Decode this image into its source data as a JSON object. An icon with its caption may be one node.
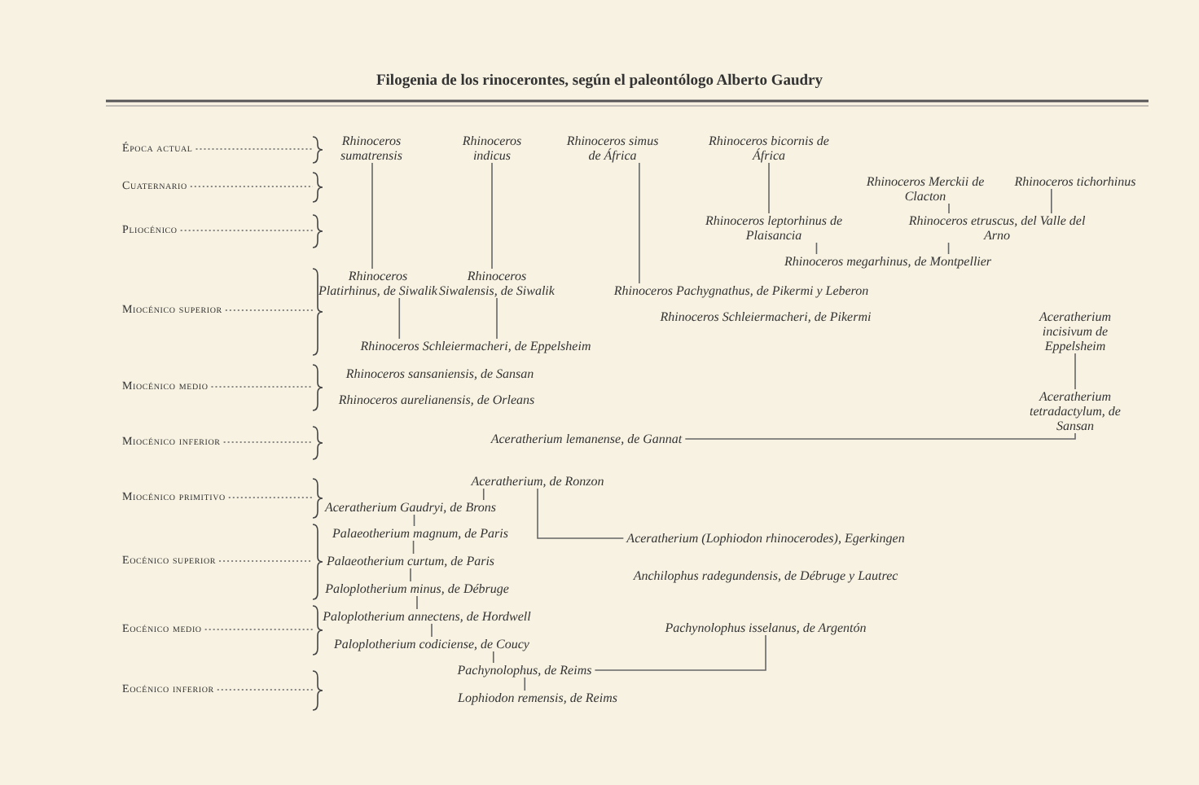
{
  "diagram": {
    "title": "Filogenia de los rinocerontes, según el paleontólogo Alberto Gaudry",
    "nodes": [
      {
        "text": [
          "Rhinoceros sumatrensis"
        ]
      },
      {
        "text": [
          "Rhinoceros indicus"
        ]
      },
      {
        "text": [
          "Rhinoceros simus de África"
        ]
      },
      {
        "text": [
          "Rhinoceros bicornis de África"
        ]
      },
      {
        "text": [
          "Rhinoceros Merckii de Clacton"
        ]
      },
      {
        "text": [
          "Rhinoceros tichorhinus"
        ]
      },
      {
        "text": [
          "Rhinoceros leptorhinus de Plaisancia"
        ]
      },
      {
        "text": [
          "Rhinoceros etruscus, del Valle del Arno"
        ]
      },
      {
        "text": [
          "Rhinoceros megarhinus, de Montpellier"
        ]
      },
      {
        "text": [
          "Rhinoceros Platirhinus, de Siwalik"
        ]
      },
      {
        "text": [
          "Rhinoceros Siwalensis, de Siwalik"
        ]
      },
      {
        "text": [
          "Rhinoceros Pachygnathus, de Pikermi y Leberon"
        ]
      },
      {
        "text": [
          "Rhinoceros Schleiermacheri, de Pikermi"
        ]
      },
      {
        "text": [
          "Aceratherium incisivum de Eppelsheim"
        ]
      },
      {
        "text": [
          "Rhinoceros Schleiermacheri, de Eppelsheim"
        ]
      },
      {
        "text": [
          "Rhinoceros sansaniensis, de Sansan"
        ]
      },
      {
        "text": [
          "Rhinoceros aurelianensis, de Orleans"
        ]
      },
      {
        "text": [
          "Aceratherium tetradactylum, de Sansan"
        ]
      },
      {
        "text": [
          "Aceratherium lemanense, de Gannat"
        ]
      },
      {
        "text": [
          "Aceratherium, de Ronzon"
        ]
      },
      {
        "text": [
          "Aceratherium Gaudryi, de Brons"
        ]
      },
      {
        "text": [
          "Palaeotherium magnum, de Paris"
        ]
      },
      {
        "text": [
          "Aceratherium (Lophiodon rhinocerodes), Egerkingen"
        ]
      },
      {
        "text": [
          "Palaeotherium curtum, de Paris"
        ]
      },
      {
        "text": [
          "Anchilophus radegundensis, de Débruge y Lautrec"
        ]
      },
      {
        "text": [
          "Paloplotherium minus, de Débruge"
        ]
      },
      {
        "text": [
          "Paloplotherium annectens, de Hordwell"
        ]
      },
      {
        "text": [
          "Pachynolophus isselanus, de Argentón"
        ]
      },
      {
        "text": [
          "Paloplotherium codiciense, de Coucy"
        ]
      },
      {
        "text": [
          "Pachynolophus, de Reims"
        ]
      },
      {
        "text": [
          "Lophiodon remensis, de Reims"
        ]
      },
      {
        "text": [
          "Época actual"
        ]
      },
      {
        "text": [
          "Cuaternario"
        ]
      },
      {
        "text": [
          "Pliocénico"
        ]
      },
      {
        "text": [
          "Miocénico superior"
        ]
      },
      {
        "text": [
          "Miocénico medio"
        ]
      },
      {
        "text": [
          "Miocénico inferior"
        ]
      },
      {
        "text": [
          "Miocénico primitivo"
        ]
      },
      {
        "text": [
          "Eocénico superior"
        ]
      },
      {
        "text": [
          "Eocénico medio"
        ]
      },
      {
        "text": [
          "Eocénico inferior"
        ]
      },
      {
        "text": [],
        "shape": "brace"
      },
      {
        "text": [],
        "shape": "brace"
      },
      {
        "text": [],
        "shape": "brace"
      },
      {
        "text": [],
        "shape": "brace"
      },
      {
        "text": [],
        "shape": "brace"
      },
      {
        "text": [],
        "shape": "brace"
      },
      {
        "text": [],
        "shape": "brace"
      },
      {
        "text": [],
        "shape": "brace"
      },
      {
        "text": [],
        "shape": "brace"
      },
      {
        "text": [],
        "shape": "brace"
      }
    ],
    "edges": [
      {
        "from": 9,
        "to": 0,
        "arrow": "none"
      },
      {
        "from": 14,
        "to": 9,
        "arrow": "none"
      },
      {
        "from": 10,
        "to": 1,
        "arrow": "none"
      },
      {
        "from": 14,
        "to": 10,
        "arrow": "none"
      },
      {
        "from": 11,
        "to": 2,
        "arrow": "none"
      },
      {
        "from": 6,
        "to": 3,
        "arrow": "none"
      },
      {
        "from": 8,
        "to": 6,
        "arrow": "none"
      },
      {
        "from": 7,
        "to": 4,
        "arrow": "none"
      },
      {
        "from": 7,
        "to": 5,
        "arrow": "none"
      },
      {
        "from": 8,
        "to": 7,
        "arrow": "none"
      },
      {
        "from": 17,
        "to": 13,
        "arrow": "none"
      },
      {
        "from": 18,
        "to": 17,
        "arrow": "none"
      },
      {
        "from": 20,
        "to": 19,
        "arrow": "none"
      },
      {
        "from": 22,
        "to": 19,
        "arrow": "none"
      },
      {
        "from": 21,
        "to": 20,
        "arrow": "none"
      },
      {
        "from": 23,
        "to": 21,
        "arrow": "none"
      },
      {
        "from": 25,
        "to": 23,
        "arrow": "none"
      },
      {
        "from": 26,
        "to": 25,
        "arrow": "none"
      },
      {
        "from": 28,
        "to": 26,
        "arrow": "none"
      },
      {
        "from": 29,
        "to": 28,
        "arrow": "none"
      },
      {
        "from": 29,
        "to": 27,
        "arrow": "none"
      },
      {
        "from": 30,
        "to": 29,
        "arrow": "none"
      },
      {
        "from": 31,
        "to": 41,
        "arrow": "none",
        "style": "dashed"
      },
      {
        "from": 32,
        "to": 42,
        "arrow": "none",
        "style": "dashed"
      },
      {
        "from": 33,
        "to": 43,
        "arrow": "none",
        "style": "dashed"
      },
      {
        "from": 34,
        "to": 44,
        "arrow": "none",
        "style": "dashed"
      },
      {
        "from": 35,
        "to": 45,
        "arrow": "none",
        "style": "dashed"
      },
      {
        "from": 36,
        "to": 46,
        "arrow": "none",
        "style": "dashed"
      },
      {
        "from": 37,
        "to": 47,
        "arrow": "none",
        "style": "dashed"
      },
      {
        "from": 38,
        "to": 48,
        "arrow": "none",
        "style": "dashed"
      },
      {
        "from": 39,
        "to": 49,
        "arrow": "none",
        "style": "dashed"
      },
      {
        "from": 40,
        "to": 50,
        "arrow": "none",
        "style": "dashed"
      }
    ]
  }
}
